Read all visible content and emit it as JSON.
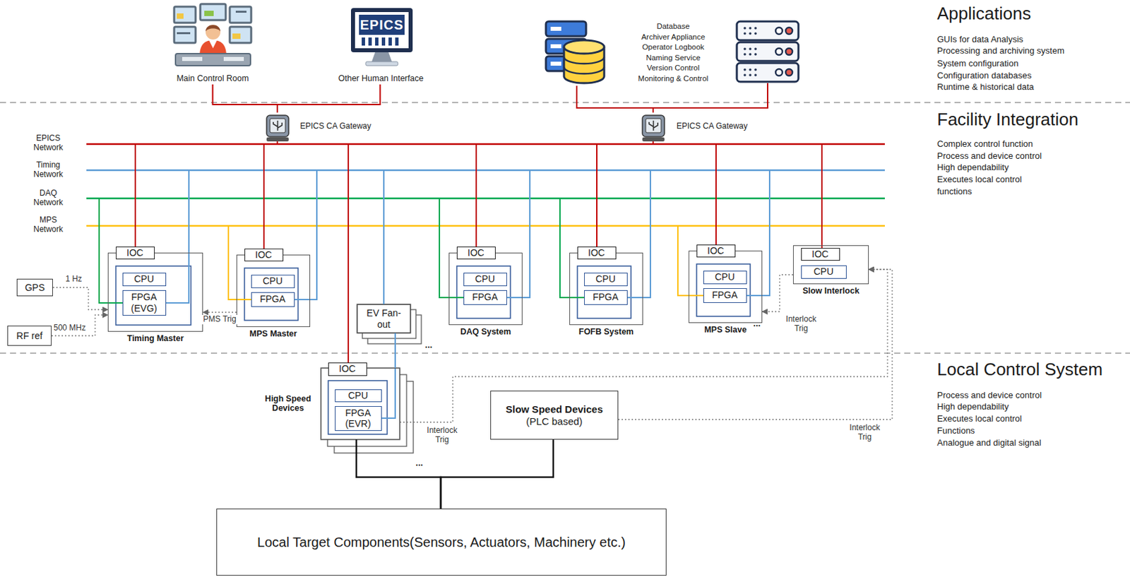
{
  "diagram": {
    "nodes": [
      {
        "text": [
          "Main Control Room"
        ]
      },
      {
        "text": [
          "EPICS",
          "Other Human Interface"
        ]
      },
      {
        "text": [
          "Database",
          "Archiver Appliance",
          "Operator Logbook",
          "Naming Service",
          "Version Control",
          "Monitoring & Control"
        ]
      },
      {
        "text": [
          "EPICS CA Gateway"
        ]
      },
      {
        "text": [
          "EPICS CA Gateway"
        ]
      },
      {
        "text": [
          "GPS"
        ]
      },
      {
        "text": [
          "RF ref"
        ]
      },
      {
        "text": [
          "Timing Master"
        ]
      },
      {
        "text": [
          "IOC"
        ],
        "in": 7
      },
      {
        "text": [
          "CPU"
        ],
        "in": 7
      },
      {
        "text": [
          "FPGA (EVG)"
        ],
        "in": 7
      },
      {
        "text": [
          "MPS Master"
        ]
      },
      {
        "text": [
          "IOC"
        ],
        "in": 11
      },
      {
        "text": [
          "CPU"
        ],
        "in": 11
      },
      {
        "text": [
          "FPGA"
        ],
        "in": 11
      },
      {
        "text": [
          "EV Fan-out"
        ]
      },
      {
        "text": [
          "DAQ System"
        ]
      },
      {
        "text": [
          "IOC"
        ],
        "in": 16
      },
      {
        "text": [
          "CPU"
        ],
        "in": 16
      },
      {
        "text": [
          "FPGA"
        ],
        "in": 16
      },
      {
        "text": [
          "FOFB System"
        ]
      },
      {
        "text": [
          "IOC"
        ],
        "in": 20
      },
      {
        "text": [
          "CPU"
        ],
        "in": 20
      },
      {
        "text": [
          "FPGA"
        ],
        "in": 20
      },
      {
        "text": [
          "MPS Slave"
        ]
      },
      {
        "text": [
          "IOC"
        ],
        "in": 24
      },
      {
        "text": [
          "CPU"
        ],
        "in": 24
      },
      {
        "text": [
          "FPGA"
        ],
        "in": 24
      },
      {
        "text": [
          "Slow Interlock"
        ]
      },
      {
        "text": [
          "IOC"
        ],
        "in": 28
      },
      {
        "text": [
          "CPU"
        ],
        "in": 28
      },
      {
        "text": [
          "High Speed Devices"
        ]
      },
      {
        "text": [
          "IOC"
        ],
        "in": 31
      },
      {
        "text": [
          "CPU"
        ],
        "in": 31
      },
      {
        "text": [
          "FPGA (EVR)"
        ],
        "in": 31
      },
      {
        "text": [
          "Slow Speed Devices",
          "(PLC based)"
        ]
      },
      {
        "text": [
          "Local Target Components(Sensors, Actuators, Machinery etc.)"
        ]
      }
    ],
    "edges": [
      {
        "from": 0,
        "to": 3,
        "arrow": "none"
      },
      {
        "from": 1,
        "to": 3,
        "arrow": "none"
      },
      {
        "from": 2,
        "to": 4,
        "arrow": "none"
      },
      {
        "from": 5,
        "to": 7,
        "label": "1 Hz",
        "arrow": "to"
      },
      {
        "from": 6,
        "to": 7,
        "label": "500 MHz",
        "arrow": "to"
      },
      {
        "from": 11,
        "to": 7,
        "label": "PMS Trig",
        "arrow": "to"
      },
      {
        "from": 15,
        "to": 34,
        "arrow": "none"
      },
      {
        "from": 31,
        "to": 28,
        "label": "Interlock Trig",
        "arrow": "to"
      },
      {
        "from": 35,
        "to": 28,
        "label": "Interlock Trig",
        "arrow": "to"
      },
      {
        "from": 28,
        "to": 24,
        "label": "Interlock Trig",
        "arrow": "to"
      },
      {
        "from": 31,
        "to": 36,
        "arrow": "none"
      },
      {
        "from": 35,
        "to": 36,
        "arrow": "none"
      }
    ],
    "labels": [
      "EPICS Network",
      "Timing Network",
      "DAQ Network",
      "MPS Network",
      "Applications",
      "GUIs for data Analysis",
      "Processing and archiving system",
      "System configuration",
      "Configuration databases",
      "Runtime & historical data",
      "Facility Integration",
      "Complex control function",
      "Process and device control",
      "High dependability",
      "Executes local control functions",
      "Local Control System",
      "Process and device control",
      "High dependability",
      "Executes local control Functions",
      "Analogue and digital signal",
      "...",
      "...",
      "..."
    ]
  }
}
